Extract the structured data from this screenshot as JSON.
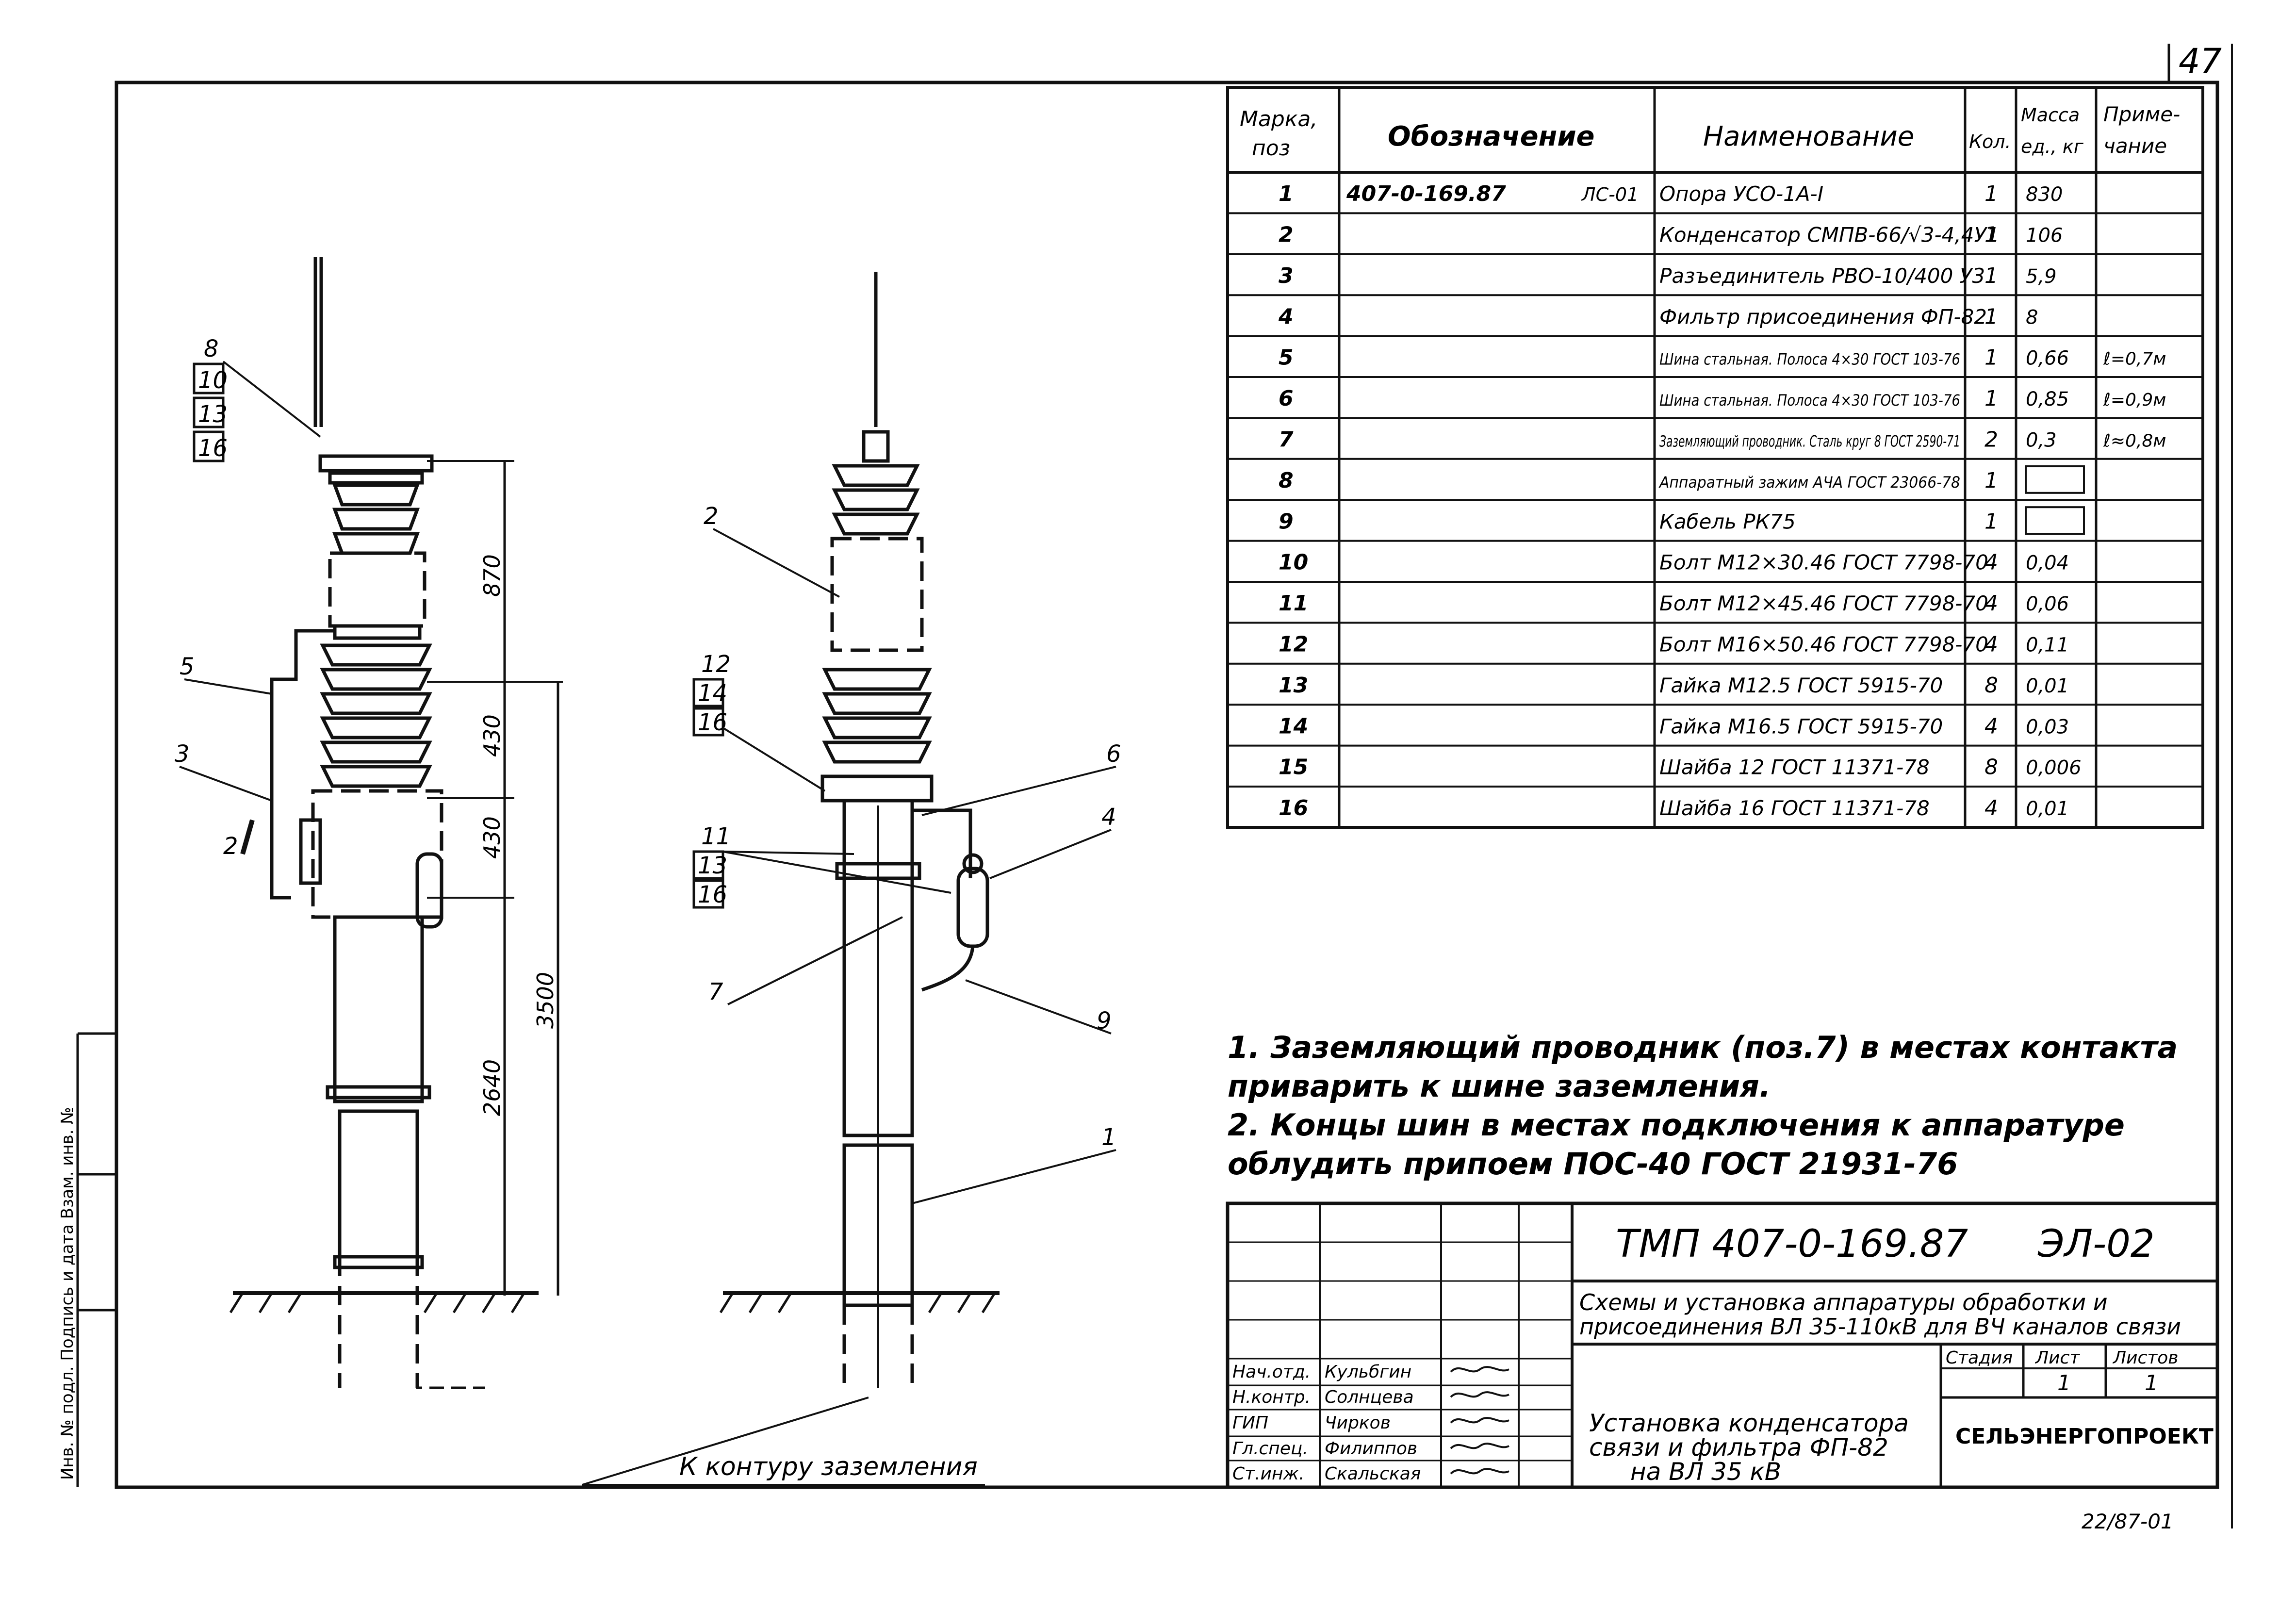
{
  "page_number": "47",
  "bottom_code": "22/87-01",
  "side_stamp": "Инв. № подл.   Подпись и дата   Взам. инв. №",
  "dimensions": {
    "top": "870",
    "mid1": "430",
    "mid2": "430",
    "total": "3500",
    "lower": "2640"
  },
  "callouts": {
    "left_group": [
      "8",
      "10",
      "13",
      "16"
    ],
    "mid_group": [
      "12",
      "14",
      "16"
    ],
    "bolt_group": [
      "11",
      "13",
      "16"
    ],
    "c1": "1",
    "c2": "2",
    "c3": "3",
    "c4": "4",
    "c5": "5",
    "c6": "6",
    "c7": "7",
    "c9": "9",
    "c2b": "2"
  },
  "ground_label": "К контуру заземления",
  "spec_table": {
    "headers": [
      "Марка, поз",
      "Обозначение",
      "Наименование",
      "Кол.",
      "Масса ед., кг",
      "Приме- чание"
    ],
    "rows": [
      {
        "pos": "1",
        "code": "407-0-169.87",
        "sub": "ЛС-01",
        "name": "Опора УСО-1А-I",
        "qty": "1",
        "mass": "830",
        "note": ""
      },
      {
        "pos": "2",
        "code": "",
        "sub": "",
        "name": "Конденсатор СМПВ-66/√3-4,4У1",
        "qty": "1",
        "mass": "106",
        "note": ""
      },
      {
        "pos": "3",
        "code": "",
        "sub": "",
        "name": "Разъединитель РВО-10/400 У3",
        "qty": "1",
        "mass": "5,9",
        "note": ""
      },
      {
        "pos": "4",
        "code": "",
        "sub": "",
        "name": "Фильтр присоединения ФП-82",
        "qty": "1",
        "mass": "8",
        "note": ""
      },
      {
        "pos": "5",
        "code": "",
        "sub": "",
        "name": "Шина стальная. Полоса 4×30 ГОСТ 103-76",
        "qty": "1",
        "mass": "0,66",
        "note": "ℓ=0,7м"
      },
      {
        "pos": "6",
        "code": "",
        "sub": "",
        "name": "Шина стальная. Полоса 4×30 ГОСТ 103-76",
        "qty": "1",
        "mass": "0,85",
        "note": "ℓ=0,9м"
      },
      {
        "pos": "7",
        "code": "",
        "sub": "",
        "name": "Заземляющий проводник. Сталь круг 8 ГОСТ 2590-71",
        "qty": "2",
        "mass": "0,3",
        "note": "ℓ≈0,8м"
      },
      {
        "pos": "8",
        "code": "",
        "sub": "",
        "name": "Аппаратный зажим АЧА ГОСТ 23066-78",
        "qty": "1",
        "mass": "",
        "note": ""
      },
      {
        "pos": "9",
        "code": "",
        "sub": "",
        "name": "Кабель РК75",
        "qty": "1",
        "mass": "",
        "note": ""
      },
      {
        "pos": "10",
        "code": "",
        "sub": "",
        "name": "Болт М12×30.46 ГОСТ 7798-70",
        "qty": "4",
        "mass": "0,04",
        "note": ""
      },
      {
        "pos": "11",
        "code": "",
        "sub": "",
        "name": "Болт М12×45.46 ГОСТ 7798-70",
        "qty": "4",
        "mass": "0,06",
        "note": ""
      },
      {
        "pos": "12",
        "code": "",
        "sub": "",
        "name": "Болт М16×50.46 ГОСТ 7798-70",
        "qty": "4",
        "mass": "0,11",
        "note": ""
      },
      {
        "pos": "13",
        "code": "",
        "sub": "",
        "name": "Гайка М12.5 ГОСТ 5915-70",
        "qty": "8",
        "mass": "0,01",
        "note": ""
      },
      {
        "pos": "14",
        "code": "",
        "sub": "",
        "name": "Гайка М16.5 ГОСТ 5915-70",
        "qty": "4",
        "mass": "0,03",
        "note": ""
      },
      {
        "pos": "15",
        "code": "",
        "sub": "",
        "name": "Шайба 12 ГОСТ 11371-78",
        "qty": "8",
        "mass": "0,006",
        "note": ""
      },
      {
        "pos": "16",
        "code": "",
        "sub": "",
        "name": "Шайба 16 ГОСТ 11371-78",
        "qty": "4",
        "mass": "0,01",
        "note": ""
      }
    ]
  },
  "notes": {
    "n1a": "1. Заземляющий проводник (поз.7) в местах контакта",
    "n1b": "приварить к шине заземления.",
    "n2a": "2. Концы шин в местах подключения к аппаратуре",
    "n2b": "облудить припоем ПОС-40 ГОСТ 21931-76"
  },
  "title_block": {
    "doc_code": "ТМП 407-0-169.87",
    "sheet_code": "ЭЛ-02",
    "project_a": "Схемы и установка аппаратуры обработки и",
    "project_b": "присоединения ВЛ 35-110кВ для ВЧ каналов связи",
    "stage_label": "Стадия",
    "sheet_label": "Лист",
    "sheets_label": "Листов",
    "sheet_no": "1",
    "sheets_total": "1",
    "drawing_a": "Установка конденсатора",
    "drawing_b": "связи и фильтра ФП-82",
    "drawing_c": "на ВЛ 35 кВ",
    "org": "СЕЛЬЭНЕРГОПРОЕКТ",
    "people": [
      {
        "role": "Нач.отд.",
        "name": "Кульбгин"
      },
      {
        "role": "Н.контр.",
        "name": "Солнцева"
      },
      {
        "role": "ГИП",
        "name": "Чирков"
      },
      {
        "role": "Гл.спец.",
        "name": "Филиппов"
      },
      {
        "role": "Ст.инж.",
        "name": "Скальская"
      }
    ]
  }
}
